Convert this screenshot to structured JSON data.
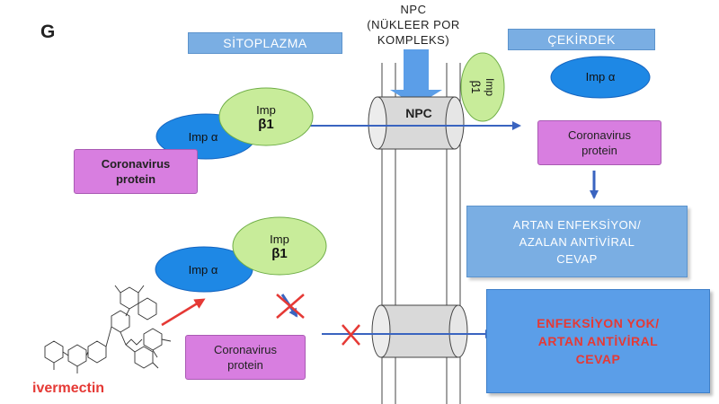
{
  "panel_letter": "G",
  "labels": {
    "cytoplasm": "SİTOPLAZMA",
    "nucleus": "ÇEKİRDEK",
    "npc_title_line1": "NPC",
    "npc_title_line2": "(NÜKLEER POR",
    "npc_title_line3": "KOMPLEKS)",
    "npc_channel": "NPC"
  },
  "proteins": {
    "imp_alpha": "Imp α",
    "imp_beta_line1": "Imp",
    "imp_beta_line2": "β1",
    "coronavirus_line1": "Coronavirus",
    "coronavirus_line2": "protein"
  },
  "outcomes": {
    "increased_line1": "ARTAN ENFEKSİYON/",
    "increased_line2": "AZALAN ANTİVİRAL",
    "increased_line3": "CEVAP",
    "blocked_line1": "ENFEKSİYON YOK/",
    "blocked_line2": "ARTAN ANTİVİRAL",
    "blocked_line3": "CEVAP"
  },
  "drug_label": "ivermectin",
  "colors": {
    "box_blue": "#7aaee3",
    "ellipse_blue": "#1e88e5",
    "ellipse_green": "#c8ec9a",
    "protein_purple": "#d87ee0",
    "arrow_blue": "#3a64c0",
    "block_red": "#e53935",
    "npc_grey": "#d9d9d9"
  }
}
